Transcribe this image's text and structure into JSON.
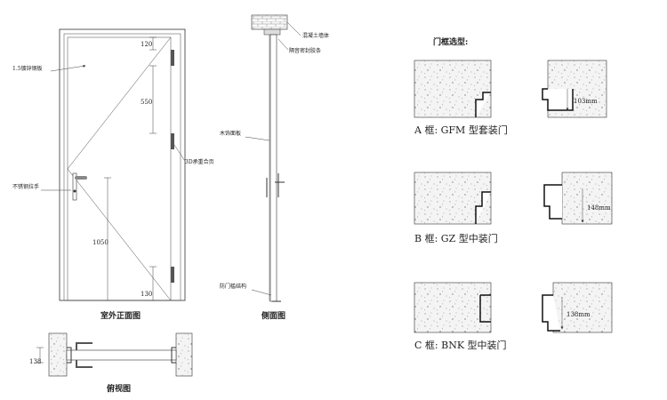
{
  "front_view": {
    "title": "室外正面图",
    "labels": {
      "steel_panel": "1.5镀锌钢板",
      "hinge": "3D承重合页",
      "handle": "不锈钢拉手"
    },
    "dims": [
      "120",
      "550",
      "1050",
      "130"
    ]
  },
  "side_view": {
    "title": "侧面图",
    "labels": {
      "wall": "混凝土墙体",
      "seal": "隔音密封胶条",
      "panel": "木饰面板",
      "bottom": "防门槛结构"
    }
  },
  "top_view": {
    "title": "俯视图",
    "dim": "138"
  },
  "frame_types": {
    "heading": "门框选型:",
    "items": [
      {
        "caption": "A 框: GFM 型套装门",
        "dim": "103mm"
      },
      {
        "caption": "B 框: GZ 型中装门",
        "dim": "148mm"
      },
      {
        "caption": "C 框: BNK 型中装门",
        "dim": "138mm"
      }
    ]
  }
}
